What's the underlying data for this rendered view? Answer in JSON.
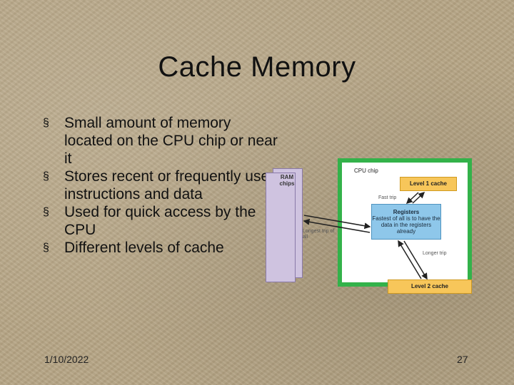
{
  "slide": {
    "title": "Cache Memory",
    "bullets": [
      "Small amount of memory located on the CPU chip or near it",
      "Stores recent or frequently used instructions and data",
      "Used for quick access by the CPU",
      "Different levels of cache"
    ],
    "bullet_marker": "§",
    "date": "1/10/2022",
    "page_number": "27"
  },
  "diagram": {
    "ram_label": "RAM chips",
    "cpu_label": "CPU chip",
    "level1_label": "Level 1 cache",
    "registers_title": "Registers",
    "registers_desc": "Fastest of all is to have the data in the registers already",
    "level2_label": "Level 2 cache",
    "fast_trip": "Fast trip",
    "longer_trip": "Longer trip",
    "longest_trip": "Longest trip of all"
  },
  "colors": {
    "cpu_frame": "#33b24a",
    "cache_box": "#f7c65a",
    "registers_box": "#8ec7ea",
    "ram_chips": "#cfc3e0"
  }
}
